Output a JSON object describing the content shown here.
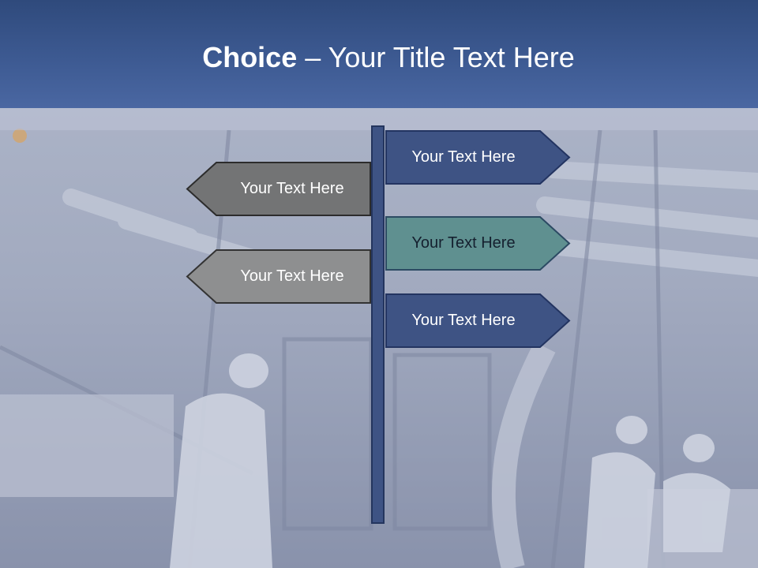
{
  "slide": {
    "title_bold": "Choice",
    "title_rest": " – Your Title Text Here"
  },
  "signs": [
    {
      "label": "Your Text Here",
      "direction": "right",
      "fill": "#3e5384",
      "stroke": "#233461",
      "text_color": "#ffffff"
    },
    {
      "label": "Your Text Here",
      "direction": "left",
      "fill": "#737475",
      "stroke": "#2c2c2c",
      "text_color": "#ffffff"
    },
    {
      "label": "Your Text Here",
      "direction": "right",
      "fill": "#5f9090",
      "stroke": "#2c4a63",
      "text_color": "#15202f"
    },
    {
      "label": "Your Text Here",
      "direction": "left",
      "fill": "#8e8f90",
      "stroke": "#333333",
      "text_color": "#ffffff"
    },
    {
      "label": "Your Text Here",
      "direction": "right",
      "fill": "#3e5384",
      "stroke": "#233461",
      "text_color": "#ffffff"
    }
  ],
  "colors": {
    "header": "#3d5a92",
    "pole": "#3e5384"
  },
  "icons": [
    "factory-background-photo"
  ]
}
